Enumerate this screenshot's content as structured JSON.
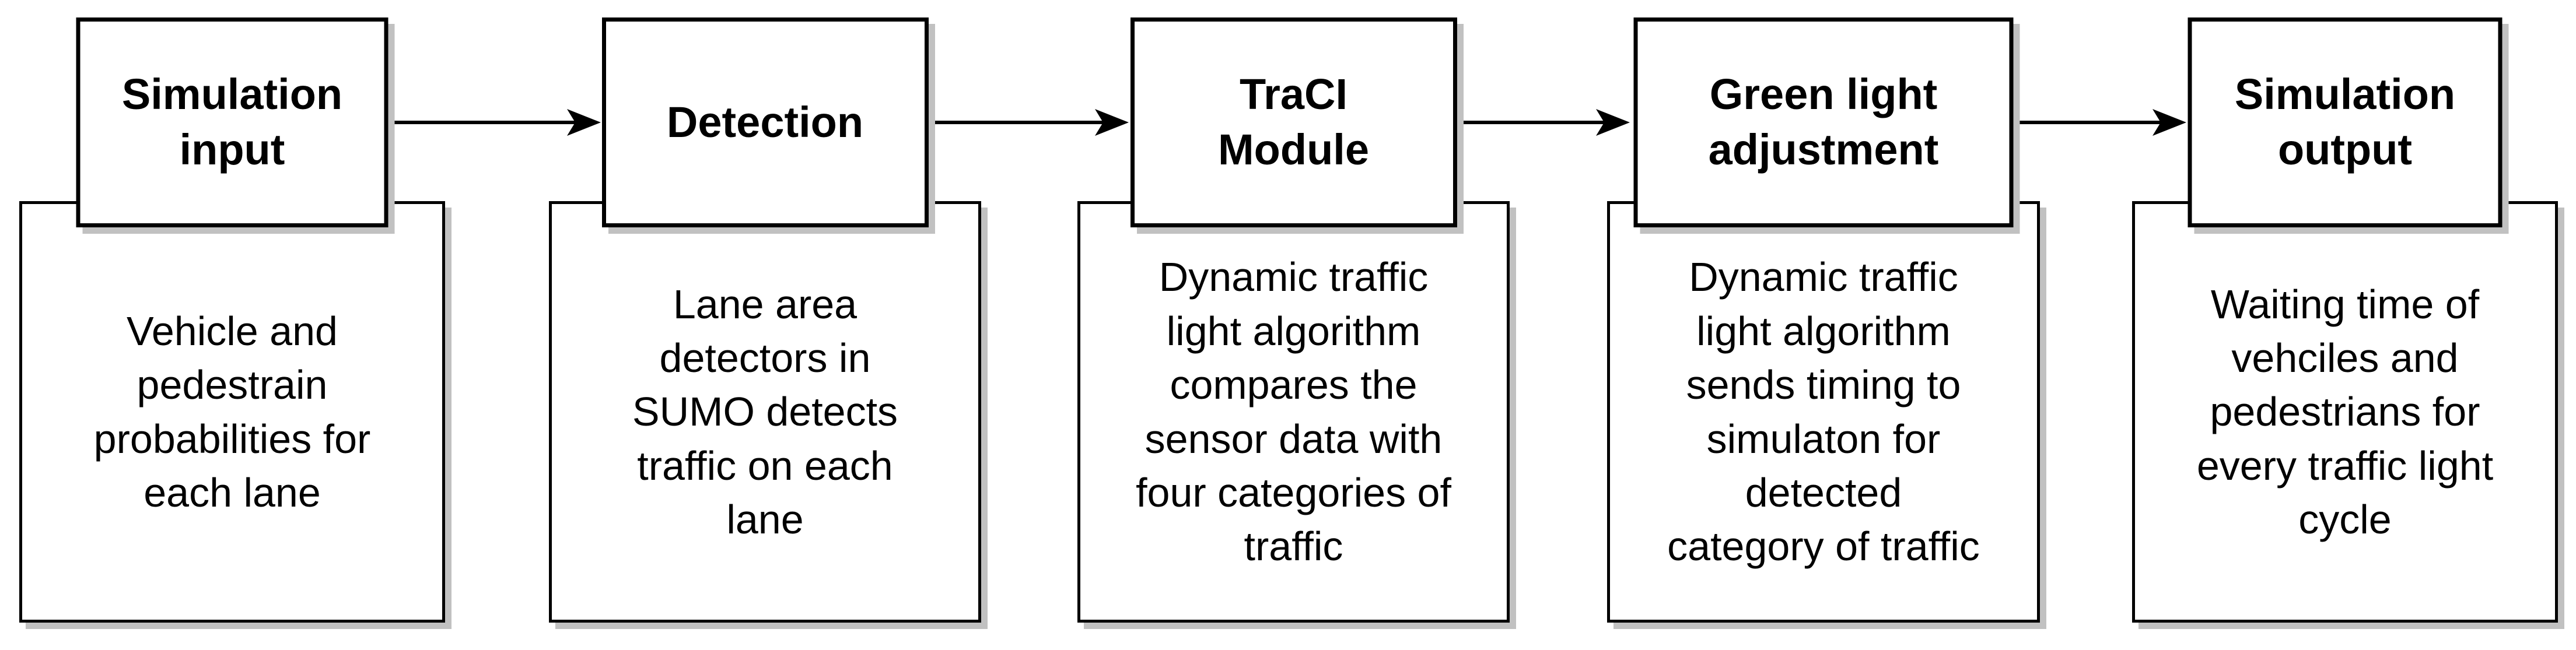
{
  "diagram": {
    "kind": "flowchart",
    "direction": "left-to-right",
    "colors": {
      "background": "#ffffff",
      "box_fill": "#ffffff",
      "box_border": "#000000",
      "box_shadow": "#c1c1c1",
      "text": "#000000",
      "arrow": "#000000"
    },
    "steps": [
      {
        "title": "Simulation input",
        "title_lines": [
          "Simulation",
          "input"
        ],
        "description": "Vehicle and pedestrain probabilities for each lane",
        "description_lines": [
          "Vehicle and",
          "pedestrain",
          "probabilities for",
          "each lane"
        ]
      },
      {
        "title": "Detection",
        "title_lines": [
          "Detection"
        ],
        "description": "Lane area detectors in SUMO detects traffic on each lane",
        "description_lines": [
          "Lane area",
          "detectors in",
          "SUMO detects",
          "traffic on each",
          "lane"
        ]
      },
      {
        "title": "TraCI Module",
        "title_lines": [
          "TraCI",
          "Module"
        ],
        "description": "Dynamic traffic light algorithm compares the sensor data with four categories of traffic",
        "description_lines": [
          "Dynamic traffic",
          "light algorithm",
          "compares the",
          "sensor data with",
          "four categories of",
          "traffic"
        ]
      },
      {
        "title": "Green light adjustment",
        "title_lines": [
          "Green light",
          "adjustment"
        ],
        "description": "Dynamic traffic light algorithm sends timing to simulaton for detected category of traffic",
        "description_lines": [
          "Dynamic traffic",
          "light algorithm",
          "sends timing to",
          "simulaton for",
          "detected",
          "category of traffic"
        ]
      },
      {
        "title": "Simulation output",
        "title_lines": [
          "Simulation",
          "output"
        ],
        "description": "Waiting time of vehciles and pedestrians for every traffic light cycle",
        "description_lines": [
          "Waiting time of",
          "vehciles and",
          "pedestrians for",
          "every traffic light",
          "cycle"
        ]
      }
    ]
  }
}
